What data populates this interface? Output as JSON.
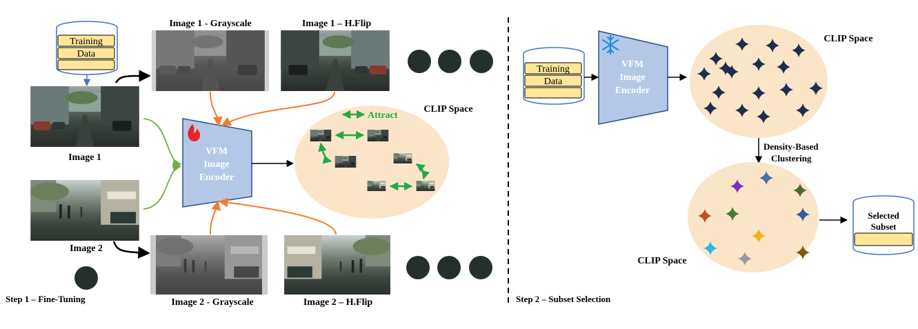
{
  "step1": {
    "caption": "Step 1 – Fine-Tuning",
    "database": {
      "line1": "Training",
      "line2": "Data"
    },
    "image1": {
      "label": "Image 1"
    },
    "image2": {
      "label": "Image 2"
    },
    "img1_gray": {
      "label": "Image 1 - Grayscale"
    },
    "img1_flip": {
      "label": "Image 1 – H.Flip"
    },
    "img2_gray": {
      "label": "Image 2 - Grayscale"
    },
    "img2_flip": {
      "label": "Image 2 – H.Flip"
    },
    "encoder": {
      "line1": "VFM",
      "line2": "Image",
      "line3": "Encoder",
      "icon": "fire-icon"
    },
    "clip_space": {
      "title": "CLIP Space",
      "attract_label": "Attract"
    }
  },
  "step2": {
    "caption": "Step 2 – Subset Selection",
    "database": {
      "line1": "Training",
      "line2": "Data"
    },
    "encoder": {
      "line1": "VFM",
      "line2": "Image",
      "line3": "Encoder",
      "icon": "snowflake-icon"
    },
    "clip_space_top": {
      "title": "CLIP Space"
    },
    "clustering": {
      "line1": "Density-Based",
      "line2": "Clustering"
    },
    "clip_space_bottom": {
      "title": "CLIP Space"
    },
    "selected": {
      "line1": "Selected",
      "line2": "Subset"
    }
  },
  "colors": {
    "orange_arrow": "#ED7D31",
    "green_arrow": "#70AD47",
    "attract_green": "#22AA44",
    "encoder_fill": "#B4C7E7",
    "clip_fill": "#FBE5C8",
    "db_fill": "#FFE699",
    "star_dark": "#1F2D4D",
    "dots": "#25302B"
  },
  "cluster_star_colors": [
    "#7B2FBE",
    "#4A6FA5",
    "#4E6B2E",
    "#C0501E",
    "#4E7A32",
    "#2F5F9F",
    "#F2B20E",
    "#2AB4F0",
    "#9A9A9A",
    "#7A5C0A"
  ]
}
